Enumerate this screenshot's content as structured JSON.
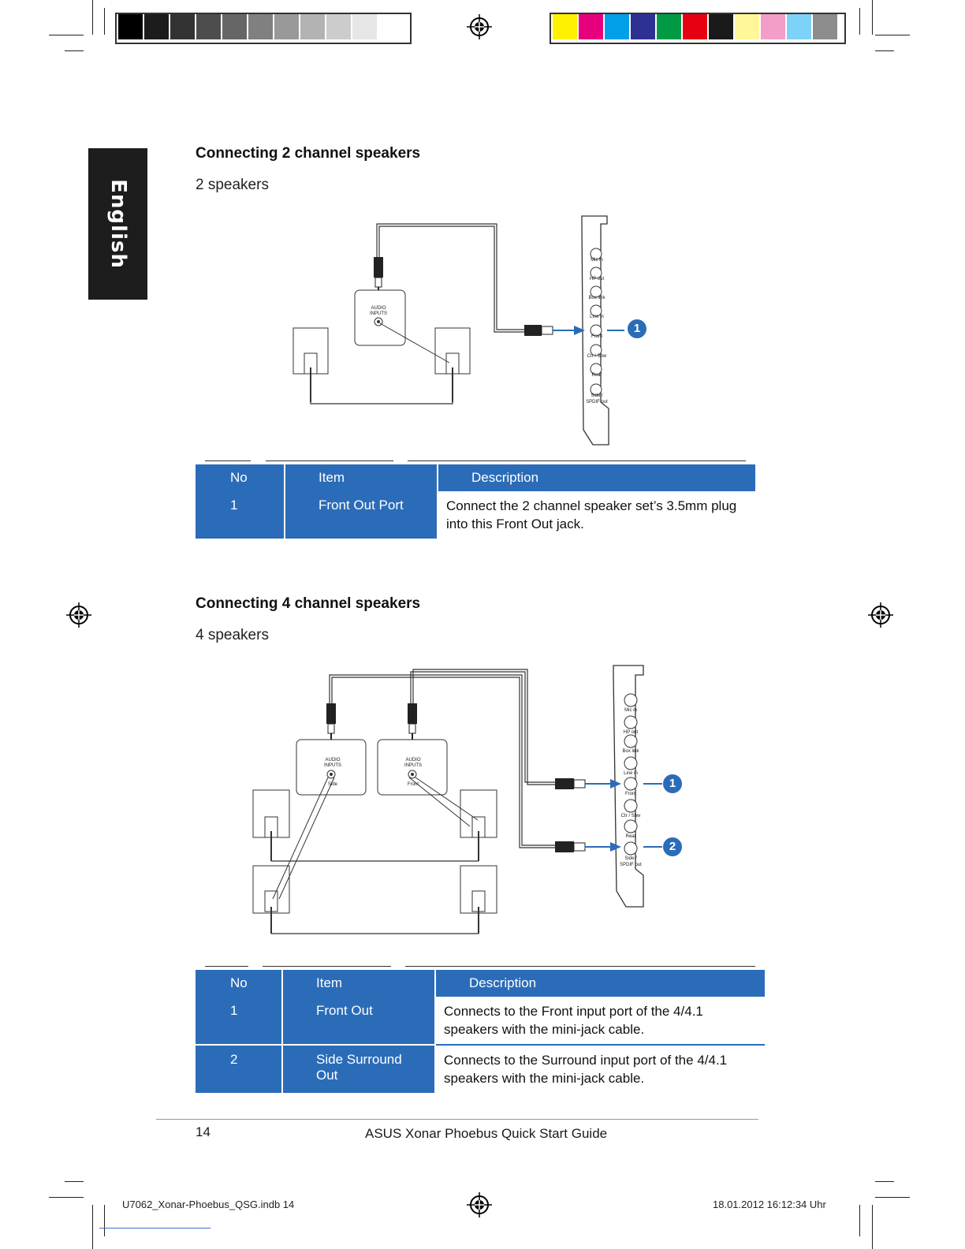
{
  "colors": {
    "accent": "#2b6cb8",
    "grayscale_bar": [
      "#000000",
      "#1c1c1c",
      "#333333",
      "#4d4d4d",
      "#666666",
      "#808080",
      "#999999",
      "#b3b3b3",
      "#cccccc",
      "#e6e6e6",
      "#ffffff"
    ],
    "color_bar": [
      "#fff200",
      "#e6007e",
      "#00a0e9",
      "#2e3192",
      "#009944",
      "#e60012",
      "#1a1a1a",
      "#fff799",
      "#f29ec8",
      "#7dd3f7",
      "#8c8c8c"
    ]
  },
  "language_tab": "English",
  "section1": {
    "heading": "Connecting 2 channel speakers",
    "subheading": "2 speakers",
    "diagram": {
      "jack_labels": [
        "Mic in",
        "HP out",
        "Box link",
        "Line in",
        "Front",
        "Ctr / Sbw",
        "Rear",
        "Side /",
        "SPDIF out"
      ],
      "audio_inputs": "AUDIO\nINPUTS",
      "callout": "1"
    },
    "table": {
      "headers": [
        "No",
        "Item",
        "Description"
      ],
      "rows": [
        {
          "no": "1",
          "item": "Front Out Port",
          "description": "Connect the 2 channel speaker set’s 3.5mm plug into this Front Out jack."
        }
      ]
    }
  },
  "section2": {
    "heading": "Connecting 4 channel speakers",
    "subheading": "4 speakers",
    "diagram": {
      "jack_labels": [
        "Mic in",
        "HP out",
        "Box link",
        "Line in",
        "Front",
        "Ctr / Sbw",
        "Rear",
        "Side /",
        "SPDIF out"
      ],
      "audio_inputs": "AUDIO\nINPUTS",
      "side_label": "Side",
      "front_label": "Front",
      "callouts": [
        "1",
        "2"
      ]
    },
    "table": {
      "headers": [
        "No",
        "Item",
        "Description"
      ],
      "rows": [
        {
          "no": "1",
          "item": "Front Out",
          "description": "Connects to the Front input port of the 4/4.1 speakers with the mini-jack cable."
        },
        {
          "no": "2",
          "item": "Side Surround Out",
          "description": "Connects to the Surround input port of the 4/4.1 speakers with the mini-jack cable."
        }
      ]
    }
  },
  "footer": {
    "page_number": "14",
    "title": "ASUS Xonar Phoebus Quick Start Guide"
  },
  "slug": {
    "file": "U7062_Xonar-Phoebus_QSG.indb   14",
    "timestamp": "18.01.2012   16:12:34 Uhr"
  }
}
